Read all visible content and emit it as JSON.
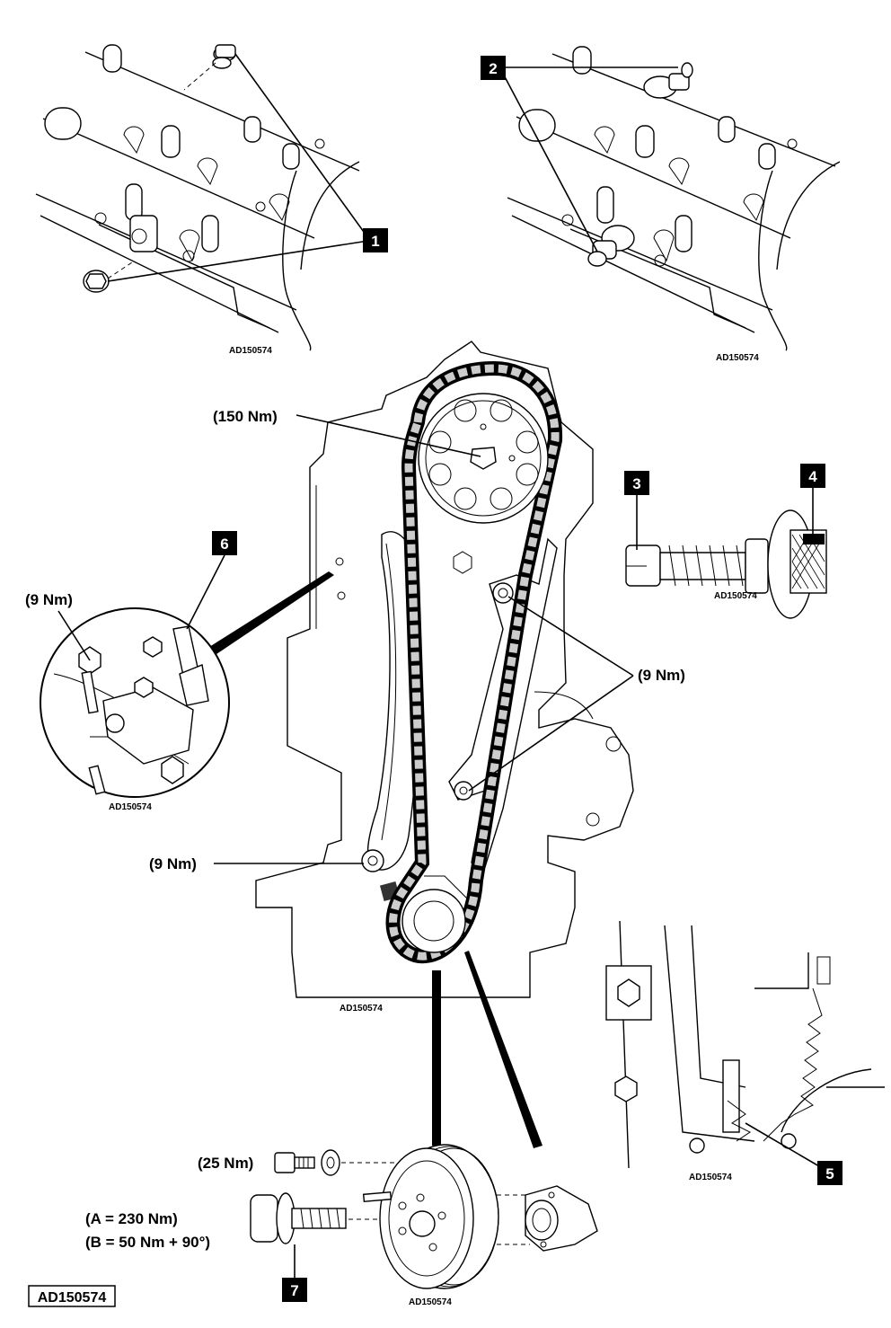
{
  "figure": {
    "reference_code": "AD150574"
  },
  "panels": {
    "top_left": {
      "ref": "AD150574",
      "marker": "1"
    },
    "top_right": {
      "ref": "AD150574",
      "marker": "2"
    },
    "tool": {
      "ref": "AD150574",
      "marker_pin": "3",
      "marker_knob": "4"
    },
    "detail_circle": {
      "ref": "AD150574",
      "marker": "6",
      "torque": "(9 Nm)"
    },
    "main": {
      "ref": "AD150574",
      "torque_camshaft": "(150 Nm)",
      "torque_guide_bolts": "(9 Nm)",
      "torque_tensioner_pivot": "(9 Nm)"
    },
    "spring": {
      "ref": "AD150574",
      "marker": "5"
    },
    "bottom": {
      "ref": "AD150574",
      "marker": "7",
      "torque_small_bolt": "(25 Nm)",
      "torque_crank_a": "(A = 230 Nm)",
      "torque_crank_b": "(B = 50 Nm + 90°)"
    }
  }
}
